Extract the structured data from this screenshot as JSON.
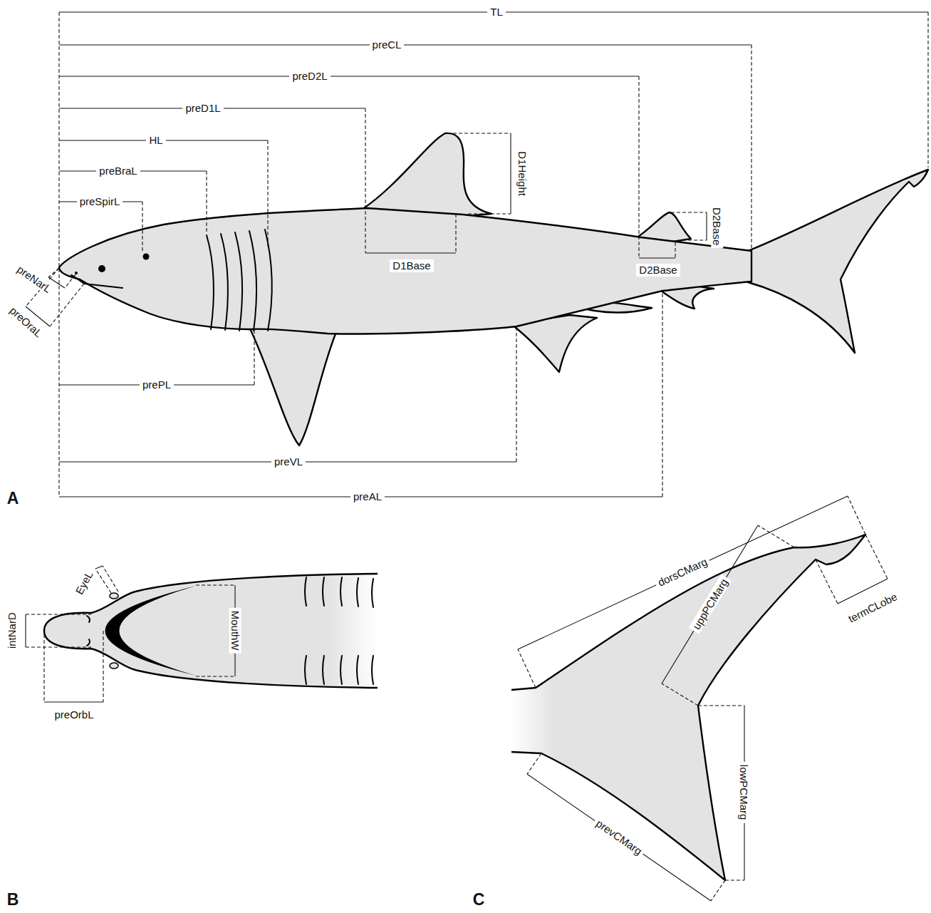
{
  "diagram": {
    "labels": [
      "TL",
      "preCL",
      "preD2L",
      "preD1L",
      "HL",
      "preBraL",
      "preSpirL",
      "D1Height",
      "D2Base",
      "D1Base",
      "D2Base",
      "preNarL",
      "preOraL",
      "prePL",
      "preVL",
      "preAL",
      "A",
      "EyeL",
      "intNarD",
      "MouthW",
      "preOrbL",
      "dorsCMarg",
      "uppPCMarg",
      "termCLobe",
      "lowPCMarg",
      "prevCMarg",
      "B",
      "C"
    ]
  }
}
